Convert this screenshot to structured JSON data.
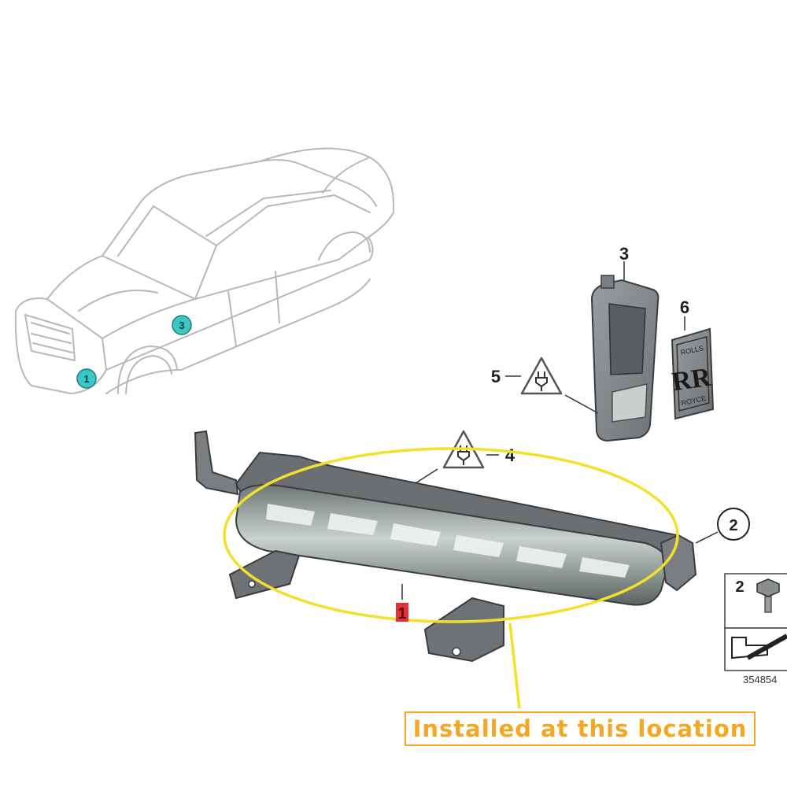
{
  "callouts": {
    "car_loc_1": "1",
    "car_loc_3": "3",
    "part_3": "3",
    "part_4": "4",
    "part_5": "5",
    "part_6": "6",
    "part_2_circled": "2",
    "part_2_box": "2",
    "part_1_highlight": "1"
  },
  "emblem": {
    "top_text": "ROLLS",
    "bottom_text": "ROYCE",
    "monogram": "RR"
  },
  "reference_number": "354854",
  "banner_text": "Installed at this location",
  "colors": {
    "highlight_ring": "#f2e02a",
    "banner": "#f5a623",
    "location_marker": "#3cc7c7",
    "part_1_label": "#e0303a",
    "part_fill": "#8a8e90"
  },
  "icons": [
    "car-outline-icon",
    "electrical-warning-icon",
    "bolt-icon",
    "tool-wedge-icon"
  ]
}
